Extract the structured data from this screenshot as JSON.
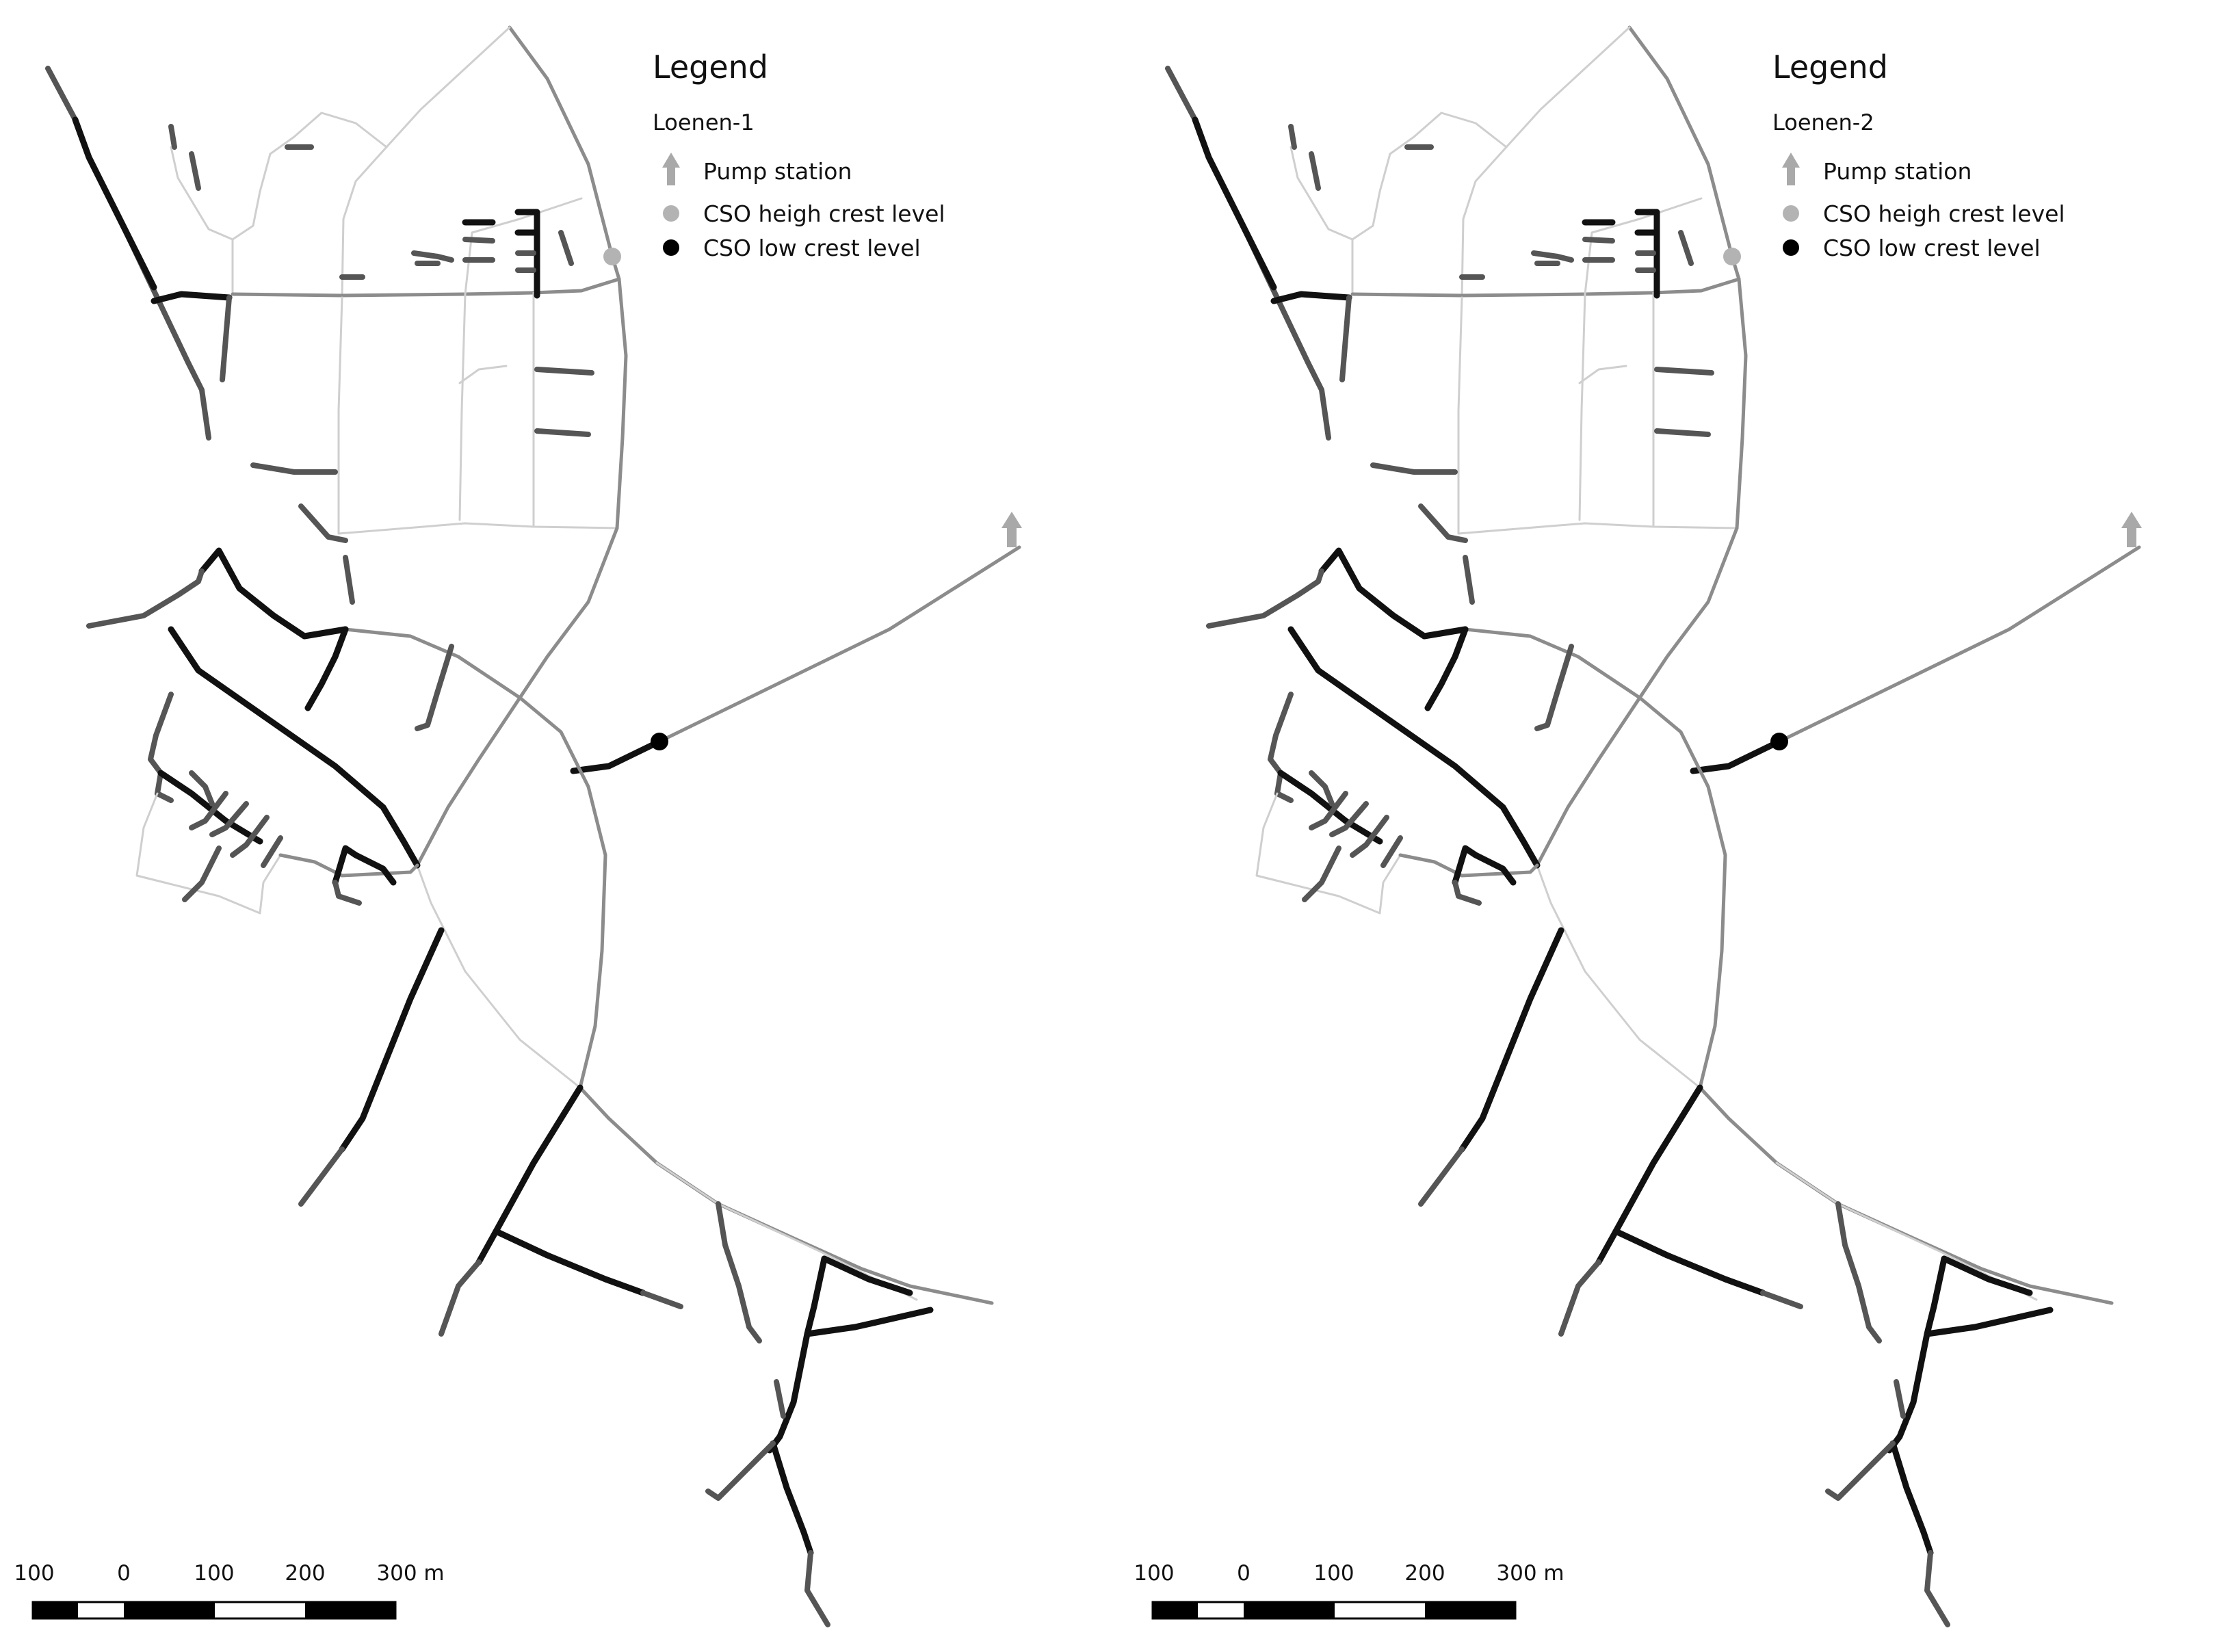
{
  "maps": [
    {
      "legend_title": "Legend",
      "scenario": "Loenen-1",
      "pump_label": "Pump station",
      "cso_high_label": "CSO heigh crest level",
      "cso_low_label": "CSO low crest level"
    },
    {
      "legend_title": "Legend",
      "scenario": "Loenen-2",
      "pump_label": "Pump station",
      "cso_high_label": "CSO heigh crest level",
      "cso_low_label": "CSO low crest level"
    }
  ],
  "scale_bar": {
    "labels": [
      "100",
      "0",
      "100",
      "200",
      "300 m"
    ]
  },
  "colors": {
    "pipe_light": "#cfcfcf",
    "pipe_mid": "#8c8c8c",
    "pipe_dark": "#555555",
    "pipe_black": "#111111",
    "pump_icon": "#a9a9a9",
    "cso_high": "#b3b3b3",
    "cso_low": "#000000"
  }
}
